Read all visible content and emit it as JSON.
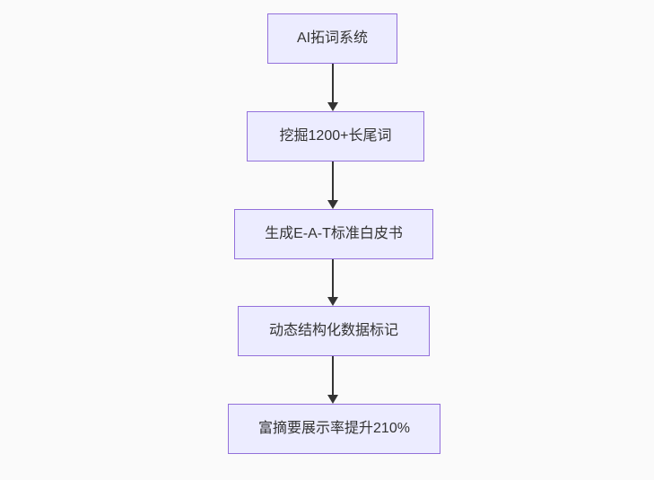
{
  "flowchart": {
    "type": "flowchart",
    "direction": "top-down",
    "nodes": [
      {
        "label": "AI拓词系统"
      },
      {
        "label": "挖掘1200+长尾词"
      },
      {
        "label": "生成E-A-T标准白皮书"
      },
      {
        "label": "动态结构化数据标记"
      },
      {
        "label": "富摘要展示率提升210%"
      }
    ],
    "edges": [
      {
        "from": 0,
        "to": 1,
        "style": "arrow"
      },
      {
        "from": 1,
        "to": 2,
        "style": "arrow"
      },
      {
        "from": 2,
        "to": 3,
        "style": "arrow"
      },
      {
        "from": 3,
        "to": 4,
        "style": "arrow"
      }
    ]
  },
  "colors": {
    "canvas-bg": "#fafafa",
    "node-fill": "#ececff",
    "node-border": "#9370db",
    "node-text": "#333333",
    "arrow": "#333333"
  }
}
